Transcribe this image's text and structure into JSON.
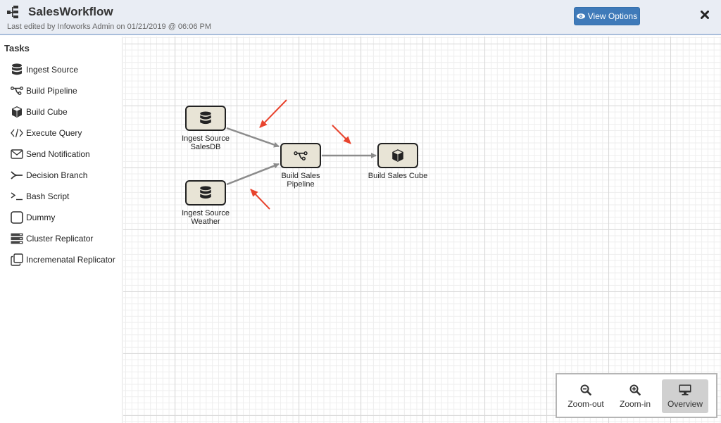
{
  "header": {
    "icon": "workflow-tree-icon",
    "title": "SalesWorkflow",
    "subtitle": "Last edited by Infoworks Admin on 01/21/2019 @ 06:06 PM",
    "view_options_label": "View Options",
    "view_options_icon": "eye-icon",
    "close_icon": "close-icon"
  },
  "sidebar": {
    "title": "Tasks",
    "items": [
      {
        "label": "Ingest Source",
        "icon": "database-icon"
      },
      {
        "label": "Build Pipeline",
        "icon": "pipeline-icon"
      },
      {
        "label": "Build Cube",
        "icon": "cube-icon"
      },
      {
        "label": "Execute Query",
        "icon": "code-icon"
      },
      {
        "label": "Send Notification",
        "icon": "envelope-icon"
      },
      {
        "label": "Decision Branch",
        "icon": "branch-icon"
      },
      {
        "label": "Bash Script",
        "icon": "terminal-icon"
      },
      {
        "label": "Dummy",
        "icon": "square-icon"
      },
      {
        "label": "Cluster Replicator",
        "icon": "server-icon"
      },
      {
        "label": "Incremenatal Replicator",
        "icon": "copy-icon"
      }
    ]
  },
  "canvas": {
    "nodes": [
      {
        "id": "ingest-salesdb",
        "label_line1": "Ingest Source",
        "label_line2": "SalesDB",
        "icon": "database-icon"
      },
      {
        "id": "ingest-weather",
        "label_line1": "Ingest Source",
        "label_line2": "Weather",
        "icon": "database-icon"
      },
      {
        "id": "build-sales-pipeline",
        "label_line1": "Build Sales",
        "label_line2": "Pipeline",
        "icon": "pipeline-icon"
      },
      {
        "id": "build-sales-cube",
        "label_line1": "Build Sales Cube",
        "label_line2": "",
        "icon": "cube-icon"
      }
    ],
    "edges": [
      {
        "from": "ingest-salesdb",
        "to": "build-sales-pipeline"
      },
      {
        "from": "ingest-weather",
        "to": "build-sales-pipeline"
      },
      {
        "from": "build-sales-pipeline",
        "to": "build-sales-cube"
      }
    ],
    "annotation_color": "#e8432d",
    "edge_color": "#8c8c8c"
  },
  "zoom_controls": {
    "zoom_out_label": "Zoom-out",
    "zoom_in_label": "Zoom-in",
    "overview_label": "Overview",
    "active": "Overview"
  }
}
